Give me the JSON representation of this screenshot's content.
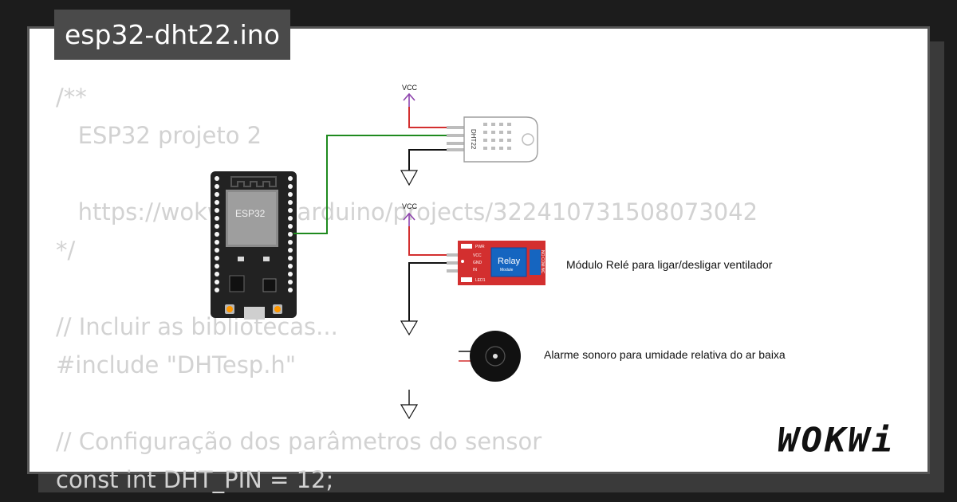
{
  "project": {
    "filename": "esp32-dht22.ino"
  },
  "code_lines": [
    "/**",
    "   ESP32 projeto 2",
    "",
    "   https://wokwi.com/arduino/projects/322410731508073042",
    "*/",
    "",
    "// Incluir as bibliotecas...",
    "#include \"DHTesp.h\"",
    "",
    "// Configuração dos parâmetros do sensor",
    "const int DHT_PIN = 12;"
  ],
  "components": {
    "esp32": {
      "label": "ESP32",
      "icon": "esp32-board-icon"
    },
    "dht22": {
      "label": "DHT22",
      "icon": "dht22-sensor-icon"
    },
    "relay": {
      "title": "Relay",
      "subtitle": "Module",
      "pins": [
        "VCC",
        "GND",
        "IN"
      ],
      "side": "NO COM NC",
      "pwr_label": "PWR",
      "led_label": "LED1",
      "icon": "relay-module-icon"
    },
    "buzzer": {
      "icon": "buzzer-icon"
    }
  },
  "labels": {
    "vcc_top": "VCC",
    "vcc_relay": "VCC",
    "relay_caption": "Módulo Relé para ligar/desligar ventilador",
    "buzzer_caption": "Alarme sonoro para umidade relativa do ar baixa"
  },
  "brand": {
    "logo": "WOKWi"
  },
  "colors": {
    "wire_vcc": "#d32f2f",
    "wire_gnd": "#111111",
    "wire_data": "#1f8a1f",
    "vcc_arrow": "#8e44ad",
    "code_text": "#d2d2d2",
    "relay_board": "#d32f2f",
    "relay_blue": "#1565c0",
    "esp32_board": "#222222"
  }
}
